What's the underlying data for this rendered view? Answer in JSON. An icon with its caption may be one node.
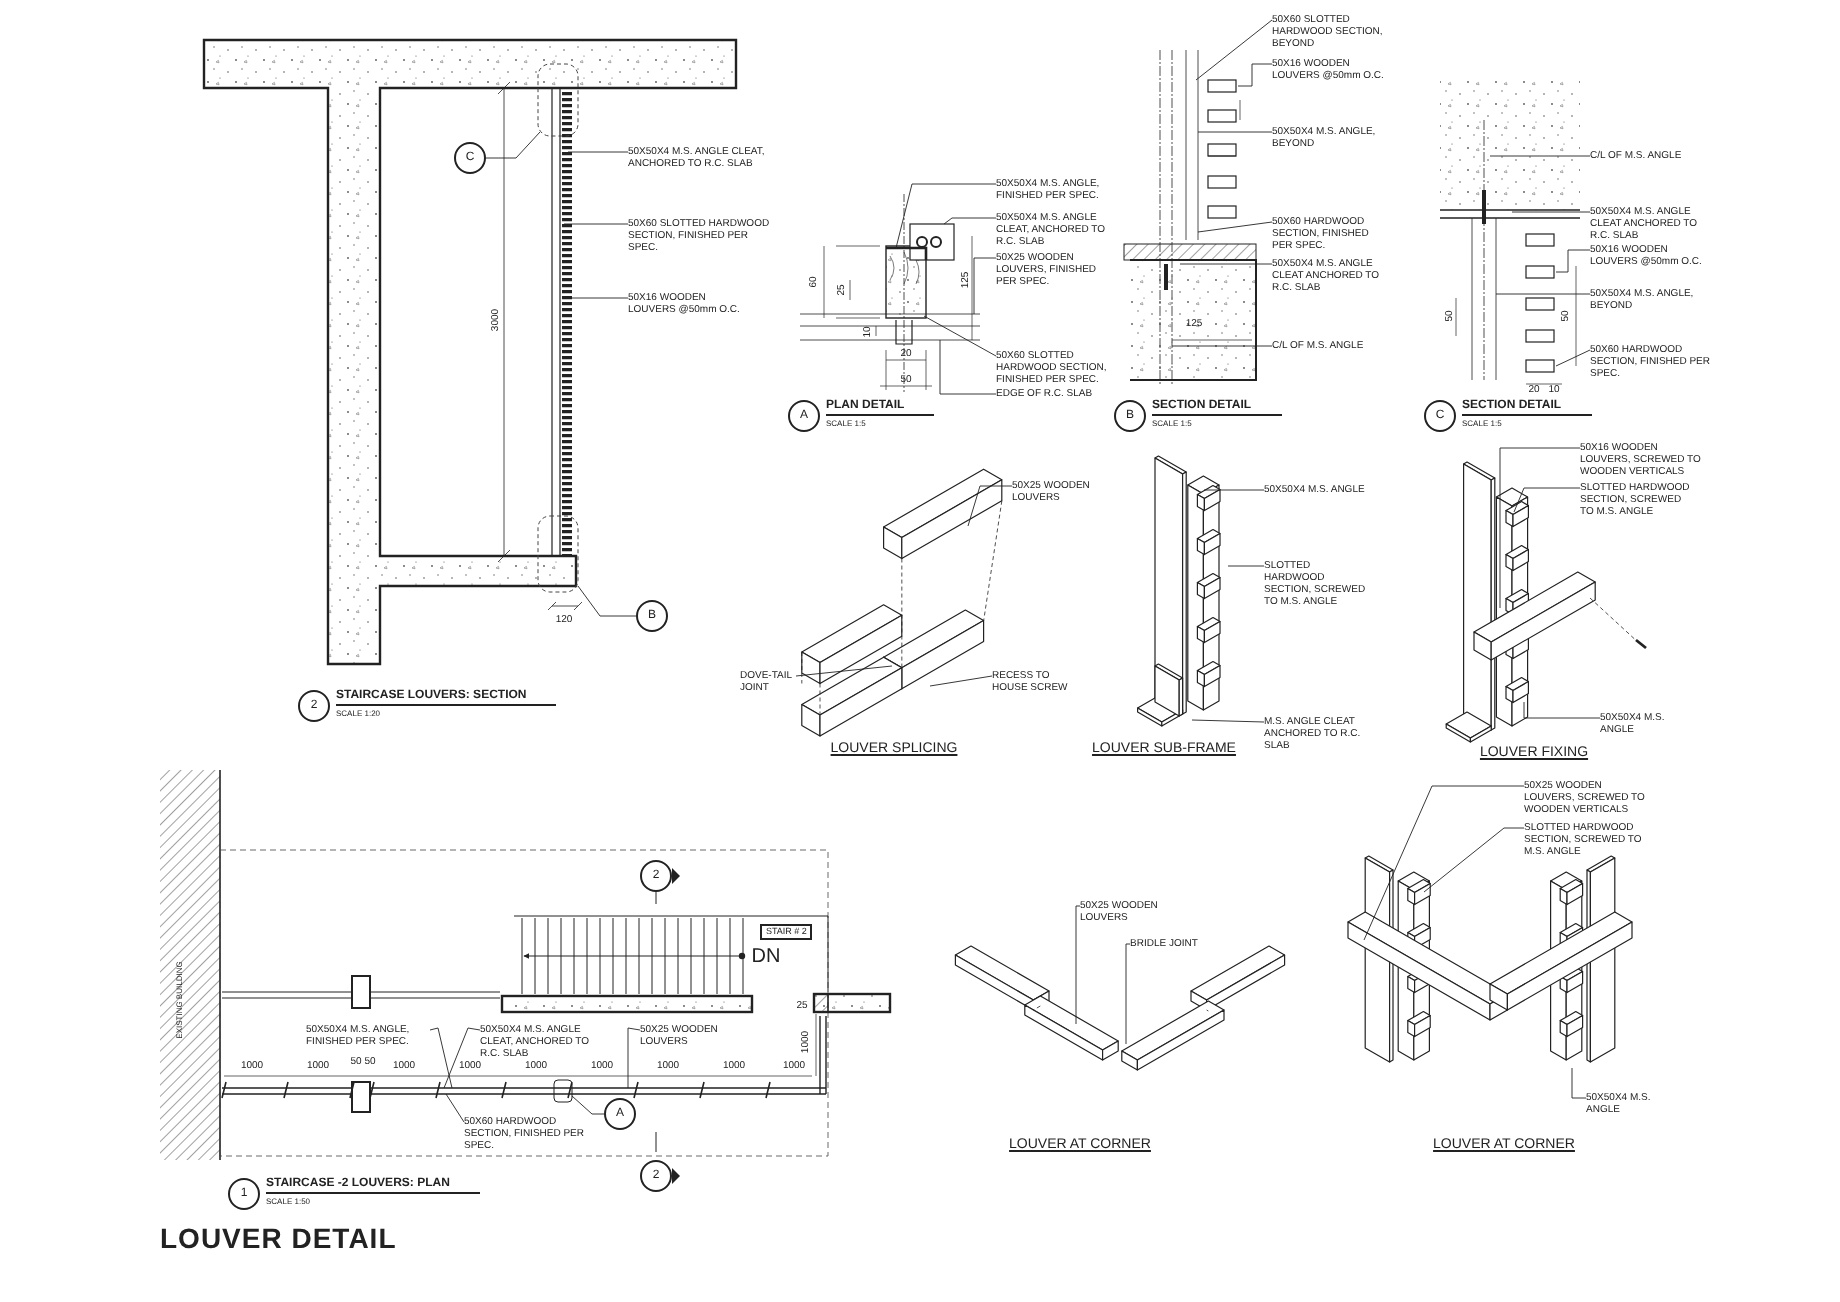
{
  "diagram": {
    "title": "LOUVER DETAIL",
    "nodes": [
      {
        "text": [
          "50X50X4 M.S. ANGLE CLEAT, ANCHORED TO R.C. SLAB"
        ]
      },
      {
        "text": [
          "50X60 SLOTTED HARDWOOD SECTION, FINISHED PER SPEC."
        ]
      },
      {
        "text": [
          "50X16 WOODEN LOUVERS @50mm O.C."
        ]
      },
      {
        "text": [
          "C"
        ]
      },
      {
        "text": [
          "B"
        ]
      },
      {
        "text": [
          "2"
        ],
        "beside": [
          "STAIRCASE LOUVERS: SECTION",
          "SCALE 1:20"
        ]
      },
      {
        "text": [
          "50X50X4 M.S. ANGLE, FINISHED PER SPEC."
        ]
      },
      {
        "text": [
          "50X50X4 M.S. ANGLE CLEAT, ANCHORED TO R.C. SLAB"
        ]
      },
      {
        "text": [
          "50X25 WOODEN LOUVERS, FINISHED PER SPEC."
        ]
      },
      {
        "text": [
          "50X60 SLOTTED HARDWOOD SECTION, FINISHED PER SPEC."
        ]
      },
      {
        "text": [
          "EDGE OF R.C. SLAB"
        ]
      },
      {
        "text": [
          "A"
        ],
        "beside": [
          "PLAN DETAIL",
          "SCALE 1:5"
        ]
      },
      {
        "text": [
          "50X60 SLOTTED HARDWOOD SECTION, BEYOND"
        ]
      },
      {
        "text": [
          "50X16 WOODEN LOUVERS @50mm O.C."
        ]
      },
      {
        "text": [
          "50X50X4 M.S. ANGLE, BEYOND"
        ]
      },
      {
        "text": [
          "50X60 HARDWOOD SECTION, FINISHED PER SPEC."
        ]
      },
      {
        "text": [
          "50X50X4 M.S. ANGLE CLEAT ANCHORED TO R.C. SLAB"
        ]
      },
      {
        "text": [
          "C/L OF M.S. ANGLE"
        ]
      },
      {
        "text": [
          "B"
        ],
        "beside": [
          "SECTION DETAIL",
          "SCALE 1:5"
        ]
      },
      {
        "text": [
          "C/L OF M.S. ANGLE"
        ]
      },
      {
        "text": [
          "50X50X4 M.S. ANGLE CLEAT ANCHORED TO R.C. SLAB"
        ]
      },
      {
        "text": [
          "50X16 WOODEN LOUVERS @50mm O.C."
        ]
      },
      {
        "text": [
          "50X50X4 M.S. ANGLE, BEYOND"
        ]
      },
      {
        "text": [
          "50X60 HARDWOOD SECTION, FINISHED PER SPEC."
        ]
      },
      {
        "text": [
          "C"
        ],
        "beside": [
          "SECTION DETAIL",
          "SCALE 1:5"
        ]
      },
      {
        "text": [
          "50X25 WOODEN LOUVERS"
        ]
      },
      {
        "text": [
          "DOVE-TAIL JOINT"
        ]
      },
      {
        "text": [
          "RECESS TO HOUSE SCREW"
        ]
      },
      {
        "text": [
          "50X50X4 M.S. ANGLE"
        ]
      },
      {
        "text": [
          "SLOTTED HARDWOOD SECTION, SCREWED TO M.S. ANGLE"
        ]
      },
      {
        "text": [
          "M.S. ANGLE CLEAT ANCHORED TO R.C. SLAB"
        ]
      },
      {
        "text": [
          "50X16 WOODEN LOUVERS, SCREWED TO WOODEN VERTICALS"
        ]
      },
      {
        "text": [
          "SLOTTED HARDWOOD SECTION, SCREWED TO M.S. ANGLE"
        ]
      },
      {
        "text": [
          "50X50X4 M.S. ANGLE"
        ]
      },
      {
        "text": [
          "2"
        ]
      },
      {
        "text": [
          "STAIR # 2"
        ]
      },
      {
        "text": [
          "50X50X4 M.S. ANGLE, FINISHED PER SPEC."
        ]
      },
      {
        "text": [
          "50X50X4 M.S. ANGLE CLEAT, ANCHORED TO R.C. SLAB"
        ]
      },
      {
        "text": [
          "50X25 WOODEN LOUVERS"
        ]
      },
      {
        "text": [
          "50X60 HARDWOOD SECTION, FINISHED PER SPEC."
        ]
      },
      {
        "text": [
          "A"
        ]
      },
      {
        "text": [
          "2"
        ]
      },
      {
        "text": [
          "1"
        ],
        "beside": [
          "STAIRCASE -2 LOUVERS: PLAN",
          "SCALE 1:50"
        ]
      },
      {
        "text": [
          "50X25 WOODEN LOUVERS"
        ]
      },
      {
        "text": [
          "BRIDLE JOINT"
        ]
      },
      {
        "text": [
          "50X25 WOODEN LOUVERS, SCREWED TO WOODEN VERTICALS"
        ]
      },
      {
        "text": [
          "SLOTTED HARDWOOD SECTION, SCREWED TO M.S. ANGLE"
        ]
      },
      {
        "text": [
          "50X50X4 M.S. ANGLE"
        ]
      },
      {
        "text": [],
        "shape": "picture"
      },
      {
        "text": [],
        "shape": "picture"
      },
      {
        "text": [],
        "shape": "picture"
      },
      {
        "text": [],
        "shape": "picture"
      },
      {
        "text": [],
        "shape": "picture"
      },
      {
        "text": [],
        "shape": "picture"
      },
      {
        "text": [],
        "shape": "picture"
      },
      {
        "text": [],
        "shape": "picture"
      },
      {
        "text": [],
        "shape": "picture"
      },
      {
        "text": [],
        "shape": "picture"
      }
    ],
    "edges": [
      {
        "from": 0,
        "to": 53,
        "arrow": "none"
      },
      {
        "from": 1,
        "to": 53,
        "arrow": "none"
      },
      {
        "from": 2,
        "to": 53,
        "arrow": "none"
      },
      {
        "from": 3,
        "to": 53,
        "arrow": "none"
      },
      {
        "from": 4,
        "to": 53,
        "arrow": "none"
      },
      {
        "from": 6,
        "to": 54,
        "arrow": "none"
      },
      {
        "from": 7,
        "to": 54,
        "arrow": "none"
      },
      {
        "from": 8,
        "to": 54,
        "arrow": "none"
      },
      {
        "from": 9,
        "to": 54,
        "arrow": "none"
      },
      {
        "from": 10,
        "to": 54,
        "arrow": "none"
      },
      {
        "from": 12,
        "to": 55,
        "arrow": "none"
      },
      {
        "from": 13,
        "to": 55,
        "arrow": "none"
      },
      {
        "from": 14,
        "to": 55,
        "arrow": "none"
      },
      {
        "from": 15,
        "to": 55,
        "arrow": "none"
      },
      {
        "from": 16,
        "to": 55,
        "arrow": "none"
      },
      {
        "from": 17,
        "to": 55,
        "arrow": "none"
      },
      {
        "from": 19,
        "to": 56,
        "arrow": "none"
      },
      {
        "from": 20,
        "to": 56,
        "arrow": "none"
      },
      {
        "from": 21,
        "to": 56,
        "arrow": "none"
      },
      {
        "from": 22,
        "to": 56,
        "arrow": "none"
      },
      {
        "from": 23,
        "to": 56,
        "arrow": "none"
      },
      {
        "from": 25,
        "to": 48,
        "arrow": "none"
      },
      {
        "from": 26,
        "to": 48,
        "arrow": "none"
      },
      {
        "from": 27,
        "to": 48,
        "arrow": "none"
      },
      {
        "from": 28,
        "to": 49,
        "arrow": "none"
      },
      {
        "from": 29,
        "to": 49,
        "arrow": "none"
      },
      {
        "from": 30,
        "to": 49,
        "arrow": "none"
      },
      {
        "from": 31,
        "to": 50,
        "arrow": "none"
      },
      {
        "from": 32,
        "to": 50,
        "arrow": "none"
      },
      {
        "from": 33,
        "to": 50,
        "arrow": "none"
      },
      {
        "from": 36,
        "to": 57,
        "arrow": "none"
      },
      {
        "from": 37,
        "to": 57,
        "arrow": "none"
      },
      {
        "from": 38,
        "to": 57,
        "arrow": "none"
      },
      {
        "from": 39,
        "to": 57,
        "arrow": "none"
      },
      {
        "from": 40,
        "to": 57,
        "arrow": "none"
      },
      {
        "from": 43,
        "to": 51,
        "arrow": "none"
      },
      {
        "from": 44,
        "to": 51,
        "arrow": "none"
      },
      {
        "from": 45,
        "to": 52,
        "arrow": "none"
      },
      {
        "from": 46,
        "to": 52,
        "arrow": "none"
      },
      {
        "from": 47,
        "to": 52,
        "arrow": "none"
      }
    ],
    "labels": [
      "3000",
      "120",
      "60",
      "25",
      "10",
      "125",
      "20",
      "50",
      "125",
      "50",
      "50",
      "20",
      "10",
      "EXISTING BUILDING",
      "DN",
      "1000",
      "1000",
      "50",
      "50",
      "1000",
      "1000",
      "1000",
      "1000",
      "1000",
      "1000",
      "1000",
      "25",
      "1000",
      "LOUVER SPLICING",
      "LOUVER SUB-FRAME",
      "LOUVER FIXING",
      "LOUVER AT CORNER",
      "LOUVER AT CORNER"
    ]
  }
}
